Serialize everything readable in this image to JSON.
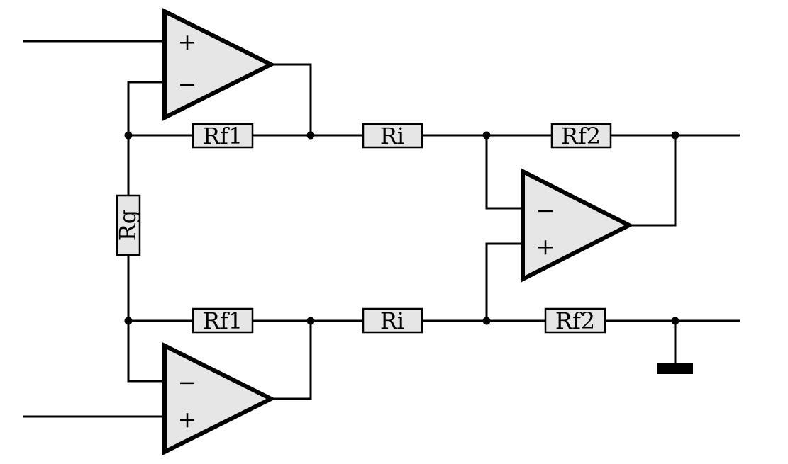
{
  "colors": {
    "component_fill": "#e6e6e6",
    "stroke": "#000000",
    "background": "#ffffff"
  },
  "resistors": {
    "rf1_top": "Rf1",
    "rf1_bottom": "Rf1",
    "ri_top": "Ri",
    "ri_bottom": "Ri",
    "rf2_top": "Rf2",
    "rf2_bottom": "Rf2",
    "rg": "Rg"
  },
  "opamps": {
    "plus_symbol": "+",
    "minus_symbol": "−"
  },
  "ground": {
    "icon": "ground-icon"
  }
}
